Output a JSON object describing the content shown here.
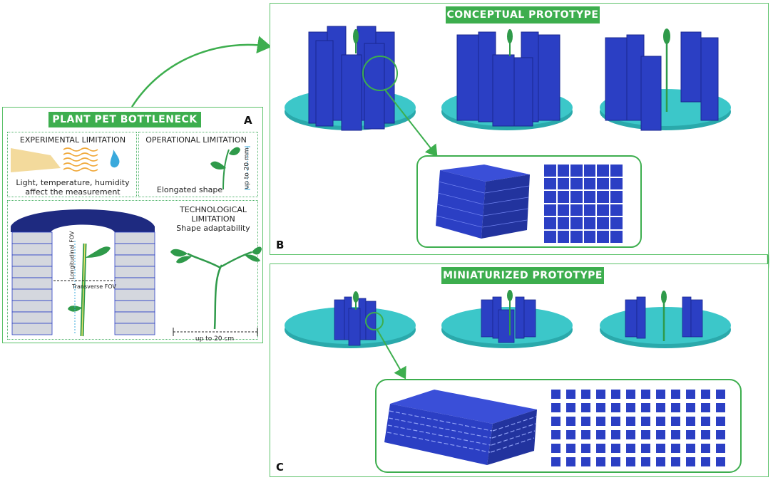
{
  "panel_a": {
    "title": "PLANT PET BOTTLENECK",
    "letter": "A",
    "experimental": {
      "title": "EXPERIMENTAL LIMITATION",
      "caption_line1": "Light, temperature, humidity",
      "caption_line2": "affect the measurement"
    },
    "operational": {
      "title": "OPERATIONAL LIMITATION",
      "caption": "Elongated shape",
      "dimension": "up to 20 mm"
    },
    "technological": {
      "title_line1": "TECHNOLOGICAL",
      "title_line2": "LIMITATION",
      "subtitle": "Shape adaptability",
      "dimension": "up to 20 cm",
      "longitudinal_fov": "Longitudinal FOV",
      "transverse_fov": "Transverse FOV"
    }
  },
  "panel_b": {
    "title": "CONCEPTUAL PROTOTYPE",
    "letter": "B"
  },
  "panel_c": {
    "title": "MINIATURIZED PROTOTYPE",
    "letter": "C"
  },
  "colors": {
    "green": "#3dae4e",
    "detector_blue": "#2b3fc4",
    "platform_cyan": "#3cc7c9",
    "leaf_green": "#2f9a4a"
  }
}
